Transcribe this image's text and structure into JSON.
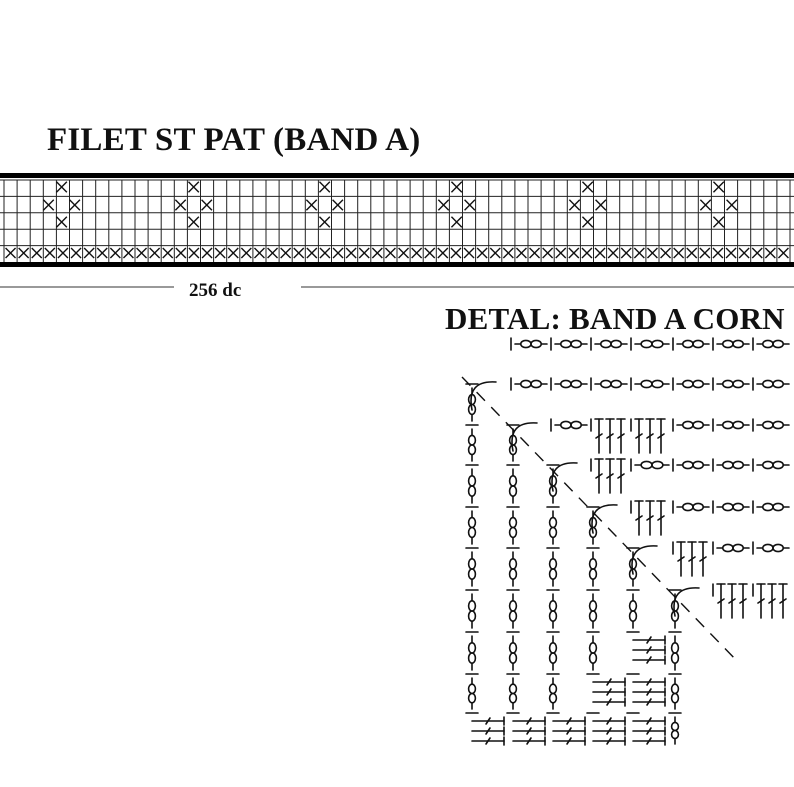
{
  "band": {
    "title": "FILET ST PAT (BAND A)",
    "stitch_count": "256 dc",
    "motif_symbol": "×"
  },
  "detail": {
    "title": "DETAL: BAND A CORN"
  },
  "colors": {
    "ink": "#111111",
    "background": "#ffffff"
  }
}
